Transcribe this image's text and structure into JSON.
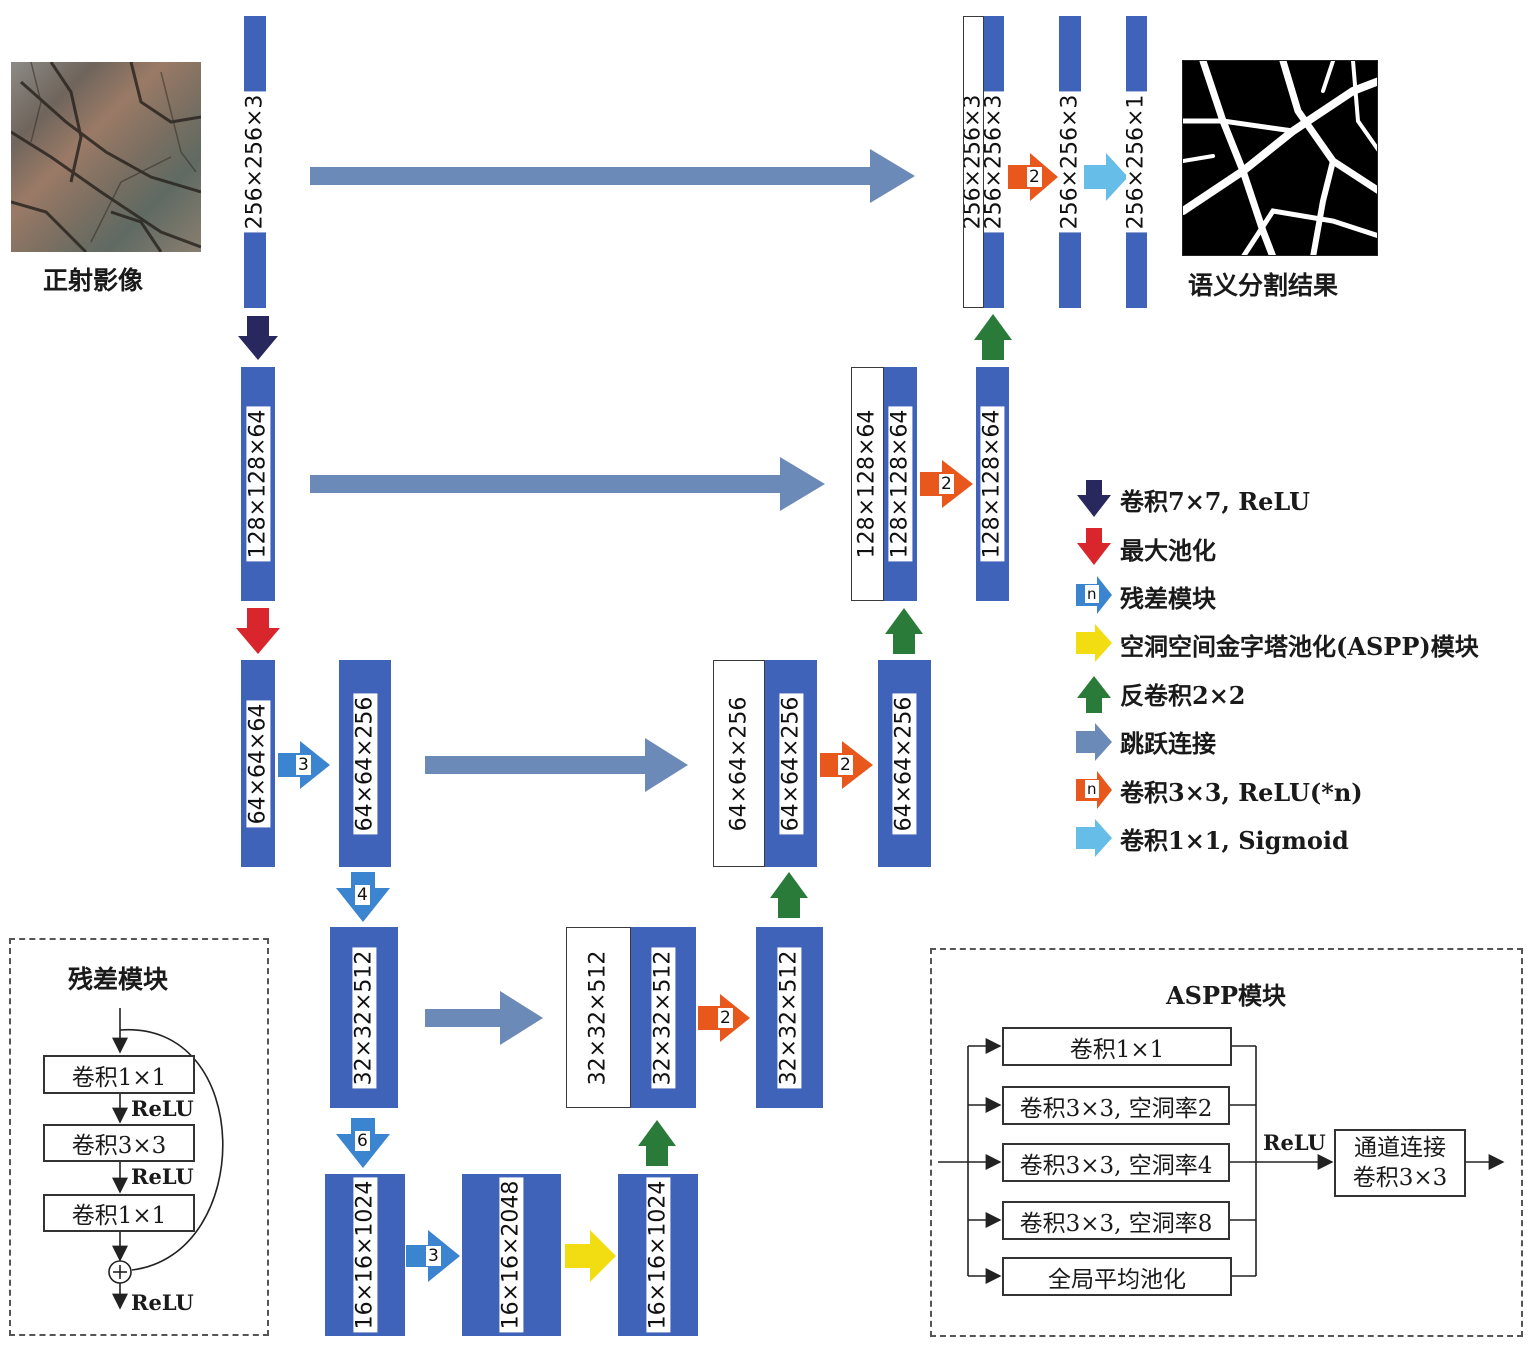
{
  "colors": {
    "block_blue": "#3f63b8",
    "conv7_arrow": "#28285e",
    "maxpool_arrow": "#d8262c",
    "residual_arrow": "#3b84cf",
    "aspp_arrow": "#f2dd12",
    "deconv_arrow": "#2a7b3a",
    "skip_arrow": "#6c8ab8",
    "conv3_arrow": "#e8581c",
    "sigmoid_arrow": "#66bde8"
  },
  "images": {
    "input_caption": "正射影像",
    "output_caption": "语义分割结果"
  },
  "encoder": {
    "b1": "256×256×3",
    "b2": "128×128×64",
    "b3": "64×64×64",
    "b4": "64×64×256",
    "b5": "32×32×512",
    "b6": "16×16×1024",
    "b7": "16×16×2048"
  },
  "decoder": {
    "d1": "16×16×1024",
    "d2_skip": "32×32×512",
    "d2_up": "32×32×512",
    "d2_out": "32×32×512",
    "d3_skip": "64×64×256",
    "d3_up": "64×64×256",
    "d3_out": "64×64×256",
    "d4_skip": "128×128×64",
    "d4_up": "128×128×64",
    "d4_out": "128×128×64",
    "d5_skip": "256×256×3",
    "d5_up": "256×256×3",
    "d5_out": "256×256×3",
    "final": "256×256×1"
  },
  "arrow_counts": {
    "res1": "3",
    "res2": "4",
    "res3": "6",
    "res4": "3",
    "conv_d2": "2",
    "conv_d3": "2",
    "conv_d4": "2",
    "conv_d5": "2"
  },
  "legend": {
    "n_badge": "n",
    "items": [
      {
        "icon": "conv7",
        "label": "卷积7×7, ReLU"
      },
      {
        "icon": "maxpool",
        "label": "最大池化"
      },
      {
        "icon": "residual",
        "label": "残差模块"
      },
      {
        "icon": "aspp",
        "label": "空洞空间金字塔池化(ASPP)模块"
      },
      {
        "icon": "deconv",
        "label": "反卷积2×2"
      },
      {
        "icon": "skip",
        "label": "跳跃连接"
      },
      {
        "icon": "conv3",
        "label": "卷积3×3, ReLU(*n)"
      },
      {
        "icon": "sigmoid",
        "label": "卷积1×1, Sigmoid"
      }
    ]
  },
  "residual_module": {
    "title": "残差模块",
    "conv_a": "卷积1×1",
    "relu_a": "ReLU",
    "conv_b": "卷积3×3",
    "relu_b": "ReLU",
    "conv_c": "卷积1×1",
    "add_symbol": "⊕",
    "relu_out": "ReLU"
  },
  "aspp_module": {
    "title": "ASPP模块",
    "branches": [
      "卷积1×1",
      "卷积3×3, 空洞率2",
      "卷积3×3, 空洞率4",
      "卷积3×3, 空洞率8",
      "全局平均池化"
    ],
    "relu": "ReLU",
    "merge_line1": "通道连接",
    "merge_line2": "卷积3×3"
  }
}
